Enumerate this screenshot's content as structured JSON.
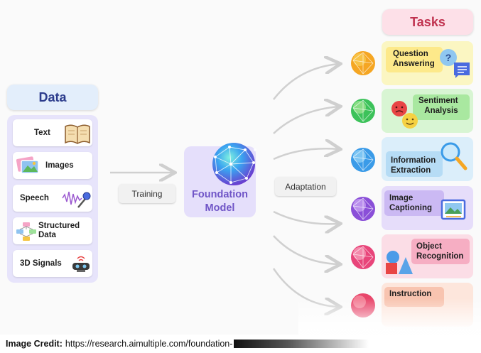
{
  "data_section": {
    "title": "Data",
    "items": [
      {
        "label": "Text",
        "icon": "book-icon"
      },
      {
        "label": "Images",
        "icon": "images-icon"
      },
      {
        "label": "Speech",
        "icon": "microphone-wave-icon"
      },
      {
        "label": "Structured\nData",
        "icon": "flowchart-icon"
      },
      {
        "label": "3D Signals",
        "icon": "sensor-camera-icon"
      }
    ]
  },
  "training_label": "Training",
  "foundation_model": {
    "label": "Foundation\nModel",
    "icon": "network-globe-icon"
  },
  "adaptation_label": "Adaptation",
  "tasks_section": {
    "title": "Tasks",
    "items": [
      {
        "label": "Question\nAnswering",
        "icon": "question-chat-icon",
        "color": "#fbf6c2",
        "node_color": "#f5a623"
      },
      {
        "label": "Sentiment\nAnalysis",
        "icon": "emoji-faces-icon",
        "color": "#d8f5d3",
        "node_color": "#3cc25a"
      },
      {
        "label": "Information\nExtraction",
        "icon": "magnifier-icon",
        "color": "#dbeefa",
        "node_color": "#3a9be8"
      },
      {
        "label": "Image\nCaptioning",
        "icon": "picture-icon",
        "color": "#e6ddfa",
        "node_color": "#8a4fd8"
      },
      {
        "label": "Object\nRecognition",
        "icon": "shapes-icon",
        "color": "#fbdde6",
        "node_color": "#e8457a"
      },
      {
        "label": "Instruction",
        "icon": "",
        "color": "#fde6dc",
        "node_color": "#e8456a"
      }
    ]
  },
  "footer": {
    "credit_label": "Image Credit:",
    "credit_url": "https://research.aimultiple.com/foundation-"
  },
  "colors": {
    "data_panel": "#e7e4fb",
    "foundation_box": "#e5dffb",
    "foundation_text": "#7055c7",
    "arrow": "#d0d0d0"
  }
}
